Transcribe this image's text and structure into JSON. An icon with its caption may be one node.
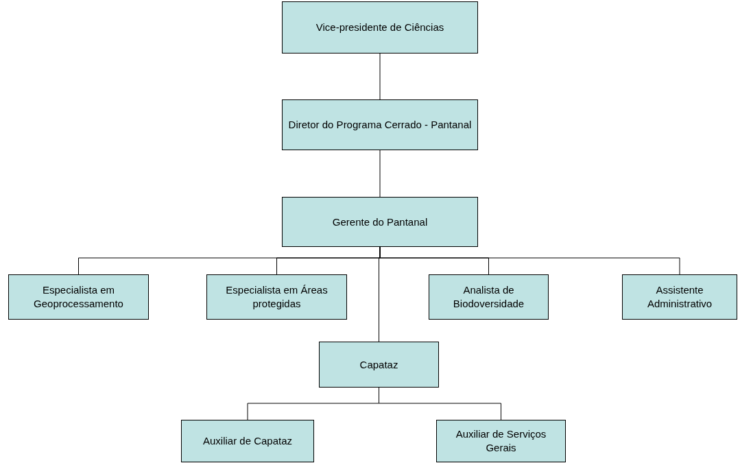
{
  "diagram": {
    "nodes": [
      {
        "text": [
          "Vice-presidente de Ciências"
        ]
      },
      {
        "text": [
          "Diretor do Programa Cerrado - Pantanal"
        ]
      },
      {
        "text": [
          "Gerente do Pantanal"
        ]
      },
      {
        "text": [
          "Especialista em Geoprocessamento"
        ]
      },
      {
        "text": [
          "Especialista em Áreas protegidas"
        ]
      },
      {
        "text": [
          "Analista de Biodoversidade"
        ]
      },
      {
        "text": [
          "Assistente Administrativo"
        ]
      },
      {
        "text": [
          "Capataz"
        ]
      },
      {
        "text": [
          "Auxiliar de Capataz"
        ]
      },
      {
        "text": [
          "Auxiliar de Serviços Gerais"
        ]
      }
    ],
    "edges": [
      {
        "from": 0,
        "to": 1,
        "arrow": "none"
      },
      {
        "from": 1,
        "to": 2,
        "arrow": "none"
      },
      {
        "from": 2,
        "to": 3,
        "arrow": "none"
      },
      {
        "from": 2,
        "to": 4,
        "arrow": "none"
      },
      {
        "from": 2,
        "to": 5,
        "arrow": "none"
      },
      {
        "from": 2,
        "to": 6,
        "arrow": "none"
      },
      {
        "from": 2,
        "to": 7,
        "arrow": "none"
      },
      {
        "from": 7,
        "to": 8,
        "arrow": "none"
      },
      {
        "from": 7,
        "to": 9,
        "arrow": "none"
      }
    ]
  }
}
